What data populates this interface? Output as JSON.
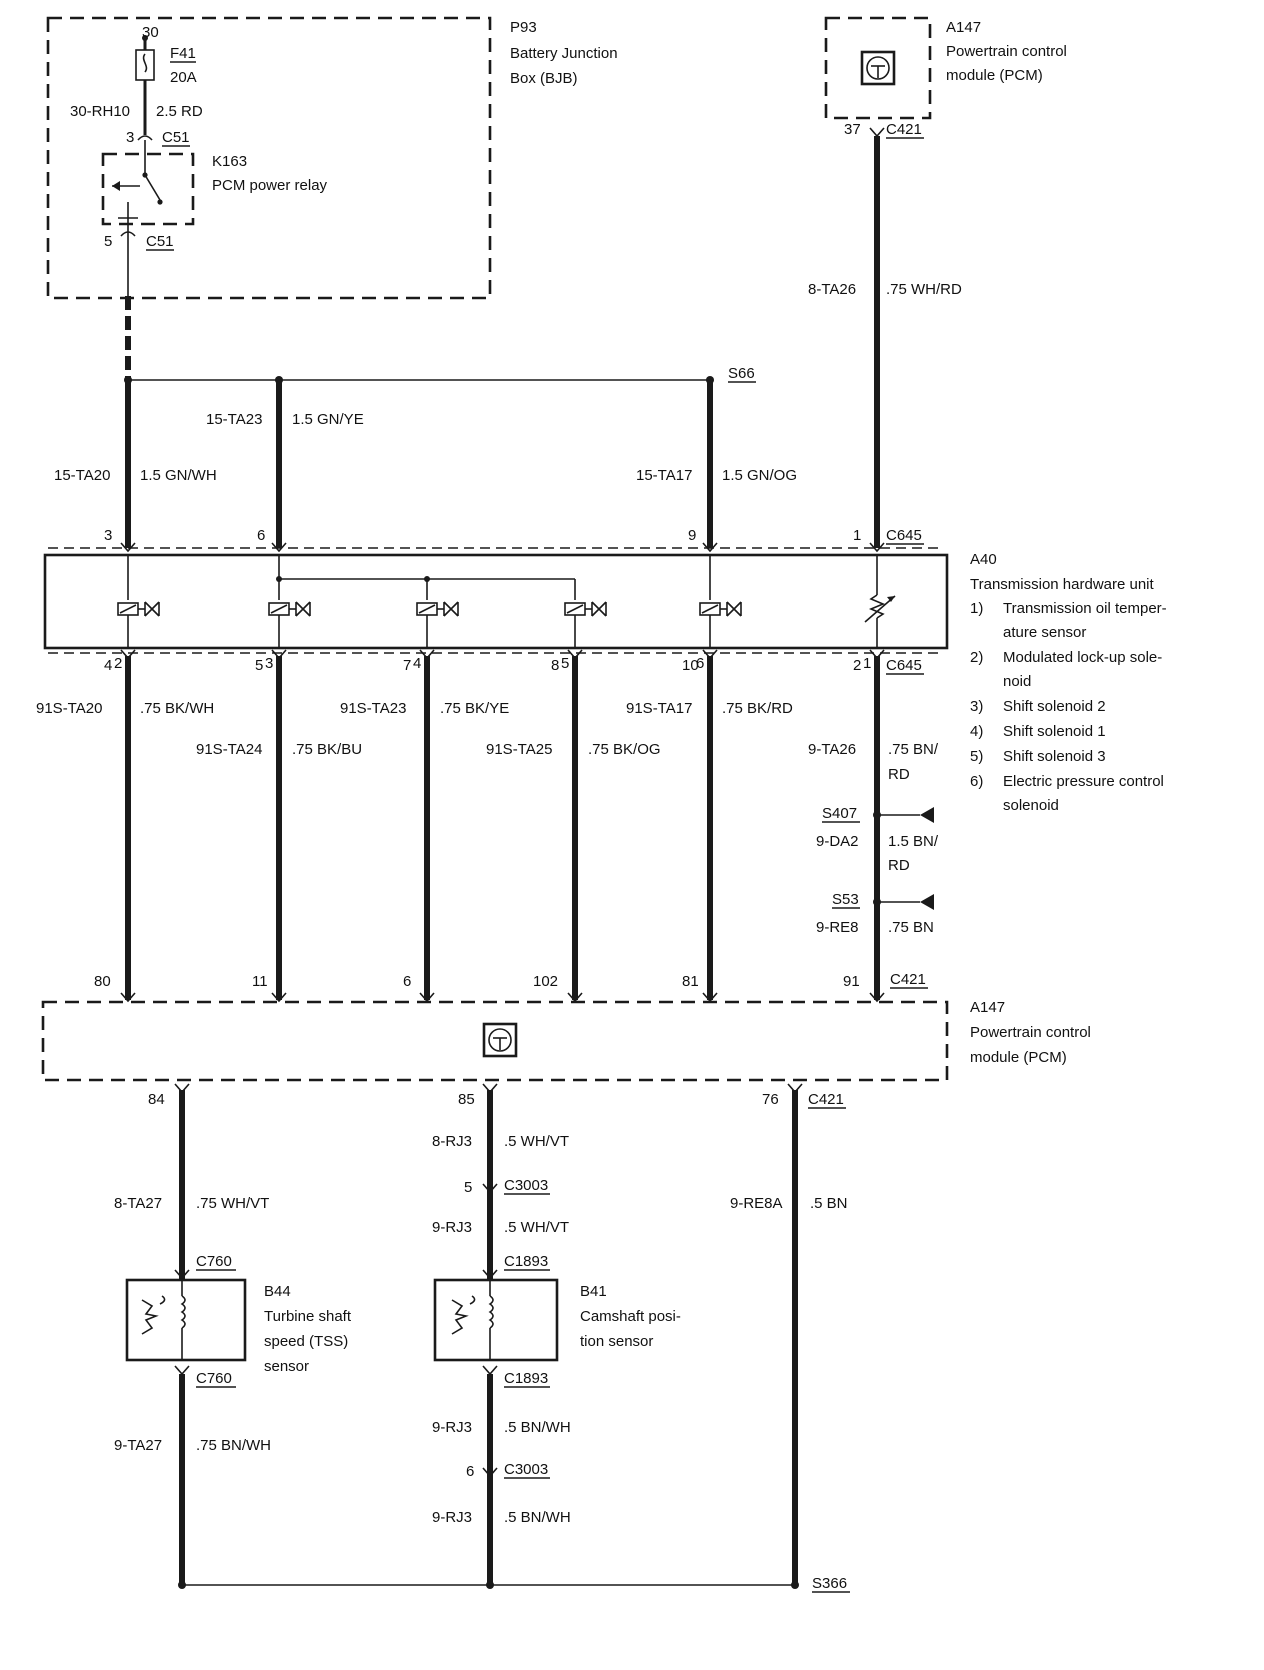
{
  "p93": {
    "id": "P93",
    "l1": "Battery Junction",
    "l2": "Box (BJB)"
  },
  "f41": {
    "id": "F41",
    "rating": "20A",
    "pin": "30"
  },
  "wire_30rh10": {
    "circuit": "30-RH10",
    "spec": "2.5 RD"
  },
  "c51": {
    "name": "C51",
    "pin_top": "3",
    "pin_bot": "5"
  },
  "k163": {
    "id": "K163",
    "desc": "PCM power relay"
  },
  "a147_top": {
    "id": "A147",
    "l1": "Powertrain control",
    "l2": "module (PCM)"
  },
  "c421_top": {
    "name": "C421",
    "pin": "37"
  },
  "wire_8ta26": {
    "circuit": "8-TA26",
    "spec": ".75 WH/RD"
  },
  "s66": "S66",
  "wire_15ta23": {
    "circuit": "15-TA23",
    "spec": "1.5 GN/YE"
  },
  "wire_15ta20": {
    "circuit": "15-TA20",
    "spec": "1.5 GN/WH"
  },
  "wire_15ta17": {
    "circuit": "15-TA17",
    "spec": "1.5 GN/OG"
  },
  "c645": {
    "name": "C645",
    "top_pins": [
      "3",
      "6",
      "9",
      "1"
    ],
    "bot_pins": [
      "4",
      "5",
      "7",
      "8",
      "10",
      "2"
    ]
  },
  "a40": {
    "id": "A40",
    "desc": "Transmission hardware unit",
    "items": [
      {
        "n": "1)",
        "l1": "Transmission oil temper-",
        "l2": "ature sensor"
      },
      {
        "n": "2)",
        "l1": "Modulated lock-up sole-",
        "l2": "noid"
      },
      {
        "n": "3)",
        "l1": "Shift solenoid 2",
        "l2": ""
      },
      {
        "n": "4)",
        "l1": "Shift solenoid 1",
        "l2": ""
      },
      {
        "n": "5)",
        "l1": "Shift solenoid 3",
        "l2": ""
      },
      {
        "n": "6)",
        "l1": "Electric pressure control",
        "l2": "solenoid"
      }
    ],
    "comp_nums": [
      "2",
      "3",
      "4",
      "5",
      "6",
      "1"
    ]
  },
  "lower_wires": {
    "w1": {
      "circuit": "91S-TA20",
      "spec": ".75 BK/WH"
    },
    "w2": {
      "circuit": "91S-TA24",
      "spec": ".75 BK/BU"
    },
    "w3": {
      "circuit": "91S-TA23",
      "spec": ".75 BK/YE"
    },
    "w4": {
      "circuit": "91S-TA25",
      "spec": ".75 BK/OG"
    },
    "w5": {
      "circuit": "91S-TA17",
      "spec": ".75 BK/RD"
    },
    "w6": {
      "circuit": "9-TA26",
      "spec1": ".75 BN/",
      "spec2": "RD"
    }
  },
  "s407": "S407",
  "wire_9da2": {
    "circuit": "9-DA2",
    "spec1": "1.5 BN/",
    "spec2": "RD"
  },
  "s53": "S53",
  "wire_9re8": {
    "circuit": "9-RE8",
    "spec": ".75 BN"
  },
  "c421_mid": {
    "name": "C421",
    "pins": [
      "80",
      "11",
      "6",
      "102",
      "81",
      "91"
    ]
  },
  "a147_mid": {
    "id": "A147",
    "l1": "Powertrain control",
    "l2": "module (PCM)"
  },
  "c421_low": {
    "name": "C421",
    "pins": [
      "84",
      "85",
      "76"
    ]
  },
  "wire_8rj3": {
    "circuit": "8-RJ3",
    "spec": ".5 WH/VT"
  },
  "c3003_top": {
    "name": "C3003",
    "pin": "5"
  },
  "wire_9rj3_a": {
    "circuit": "9-RJ3",
    "spec": ".5 WH/VT"
  },
  "c1893": "C1893",
  "b41": {
    "id": "B41",
    "l1": "Camshaft posi-",
    "l2": "tion sensor"
  },
  "wire_9rj3_b": {
    "circuit": "9-RJ3",
    "spec": ".5 BN/WH"
  },
  "c3003_bot": {
    "name": "C3003",
    "pin": "6"
  },
  "wire_9rj3_c": {
    "circuit": "9-RJ3",
    "spec": ".5 BN/WH"
  },
  "wire_8ta27": {
    "circuit": "8-TA27",
    "spec": ".75 WH/VT"
  },
  "c760": "C760",
  "b44": {
    "id": "B44",
    "l1": "Turbine shaft",
    "l2": "speed (TSS)",
    "l3": "sensor"
  },
  "wire_9ta27": {
    "circuit": "9-TA27",
    "spec": ".75 BN/WH"
  },
  "wire_9re8a": {
    "circuit": "9-RE8A",
    "spec": ".5 BN"
  },
  "s366": "S366"
}
